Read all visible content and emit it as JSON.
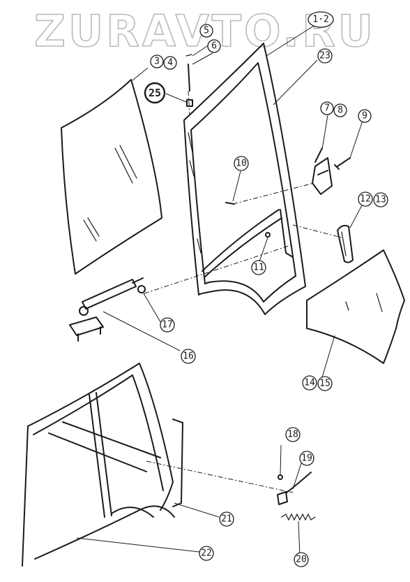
{
  "watermark": "ZURAVTO.RU",
  "callouts": [
    {
      "id": "c1-2",
      "label": "1·2"
    },
    {
      "id": "c3",
      "label": "3"
    },
    {
      "id": "c4",
      "label": "4"
    },
    {
      "id": "c5",
      "label": "5"
    },
    {
      "id": "c6",
      "label": "6"
    },
    {
      "id": "c7",
      "label": "7"
    },
    {
      "id": "c8",
      "label": "8"
    },
    {
      "id": "c9",
      "label": "9"
    },
    {
      "id": "c10",
      "label": "10"
    },
    {
      "id": "c11",
      "label": "11"
    },
    {
      "id": "c12",
      "label": "12"
    },
    {
      "id": "c13",
      "label": "13"
    },
    {
      "id": "c14",
      "label": "14"
    },
    {
      "id": "c15",
      "label": "15"
    },
    {
      "id": "c16",
      "label": "16"
    },
    {
      "id": "c17",
      "label": "17"
    },
    {
      "id": "c18",
      "label": "18"
    },
    {
      "id": "c19",
      "label": "19"
    },
    {
      "id": "c20",
      "label": "20"
    },
    {
      "id": "c21",
      "label": "21"
    },
    {
      "id": "c22",
      "label": "22"
    },
    {
      "id": "c23",
      "label": "23"
    },
    {
      "id": "c25",
      "label": "25"
    }
  ]
}
